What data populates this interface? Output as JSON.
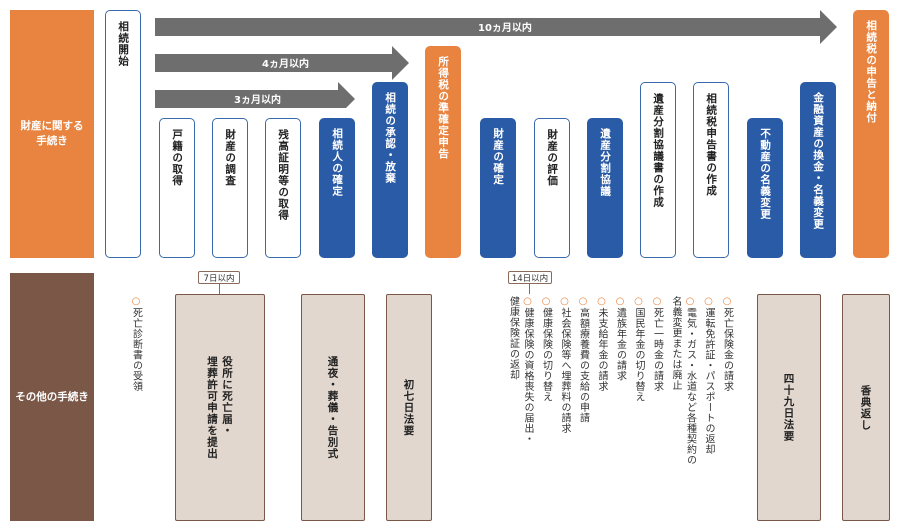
{
  "labels": {
    "row1": "財産に関する\n手続き",
    "row2": "その他の手続き"
  },
  "arrows": {
    "a10": "10ヵ月以内",
    "a4": "4ヵ月以内",
    "a3": "3ヵ月以内"
  },
  "steps": {
    "start": "相続開始",
    "koseki": "戸籍の取得",
    "chosa": "財産の調査",
    "zandaka": "残高証明等の取得",
    "kakutei_heir": "相続人の確定",
    "shonin": "相続の承認・放棄",
    "junkakutei": "所得税の準確定申告",
    "zaisan_kakutei": "財産の確定",
    "hyoka": "財産の評価",
    "bunkatsu": "遺産分割協議",
    "kyogisho": "遺産分割協議書の作成",
    "shinkokusho": "相続税申告書の作成",
    "fudosan": "不動産の名義変更",
    "kinyu": "金融資産の換金・名義変更",
    "shinkoku_nofu": "相続税の申告と納付"
  },
  "other": {
    "badge7": "7日以内",
    "badge14": "14日以内",
    "shibou_note": "死亡診断書の受領",
    "yakusho": "役所に死亡届・\n埋葬許可申請を提出",
    "tsuya": "通夜・葬儀・告別式",
    "shonanoka": "初七日法要",
    "notes_mid": [
      "健康保険の資格喪失の届出・\n健康保険証の返却",
      "健康保険の切り替え",
      "社会保険等へ埋葬料の請求",
      "高額療養費の支給の申請",
      "未支給年金の請求",
      "遺族年金の請求",
      "国民年金の切り替え",
      "死亡一時金の請求",
      "電気・ガス・水道など各種契約の\n名義変更または廃止",
      "運転免許証・パスポートの返却",
      "死亡保険金の請求"
    ],
    "shijukunichi": "四十九日法要",
    "kouden": "香典返し"
  },
  "colors": {
    "orange": "#e8843f",
    "blue": "#2a5ba6",
    "brown": "#7a5747",
    "gray": "#6e6e6e",
    "beige": "#e2d7ce"
  }
}
